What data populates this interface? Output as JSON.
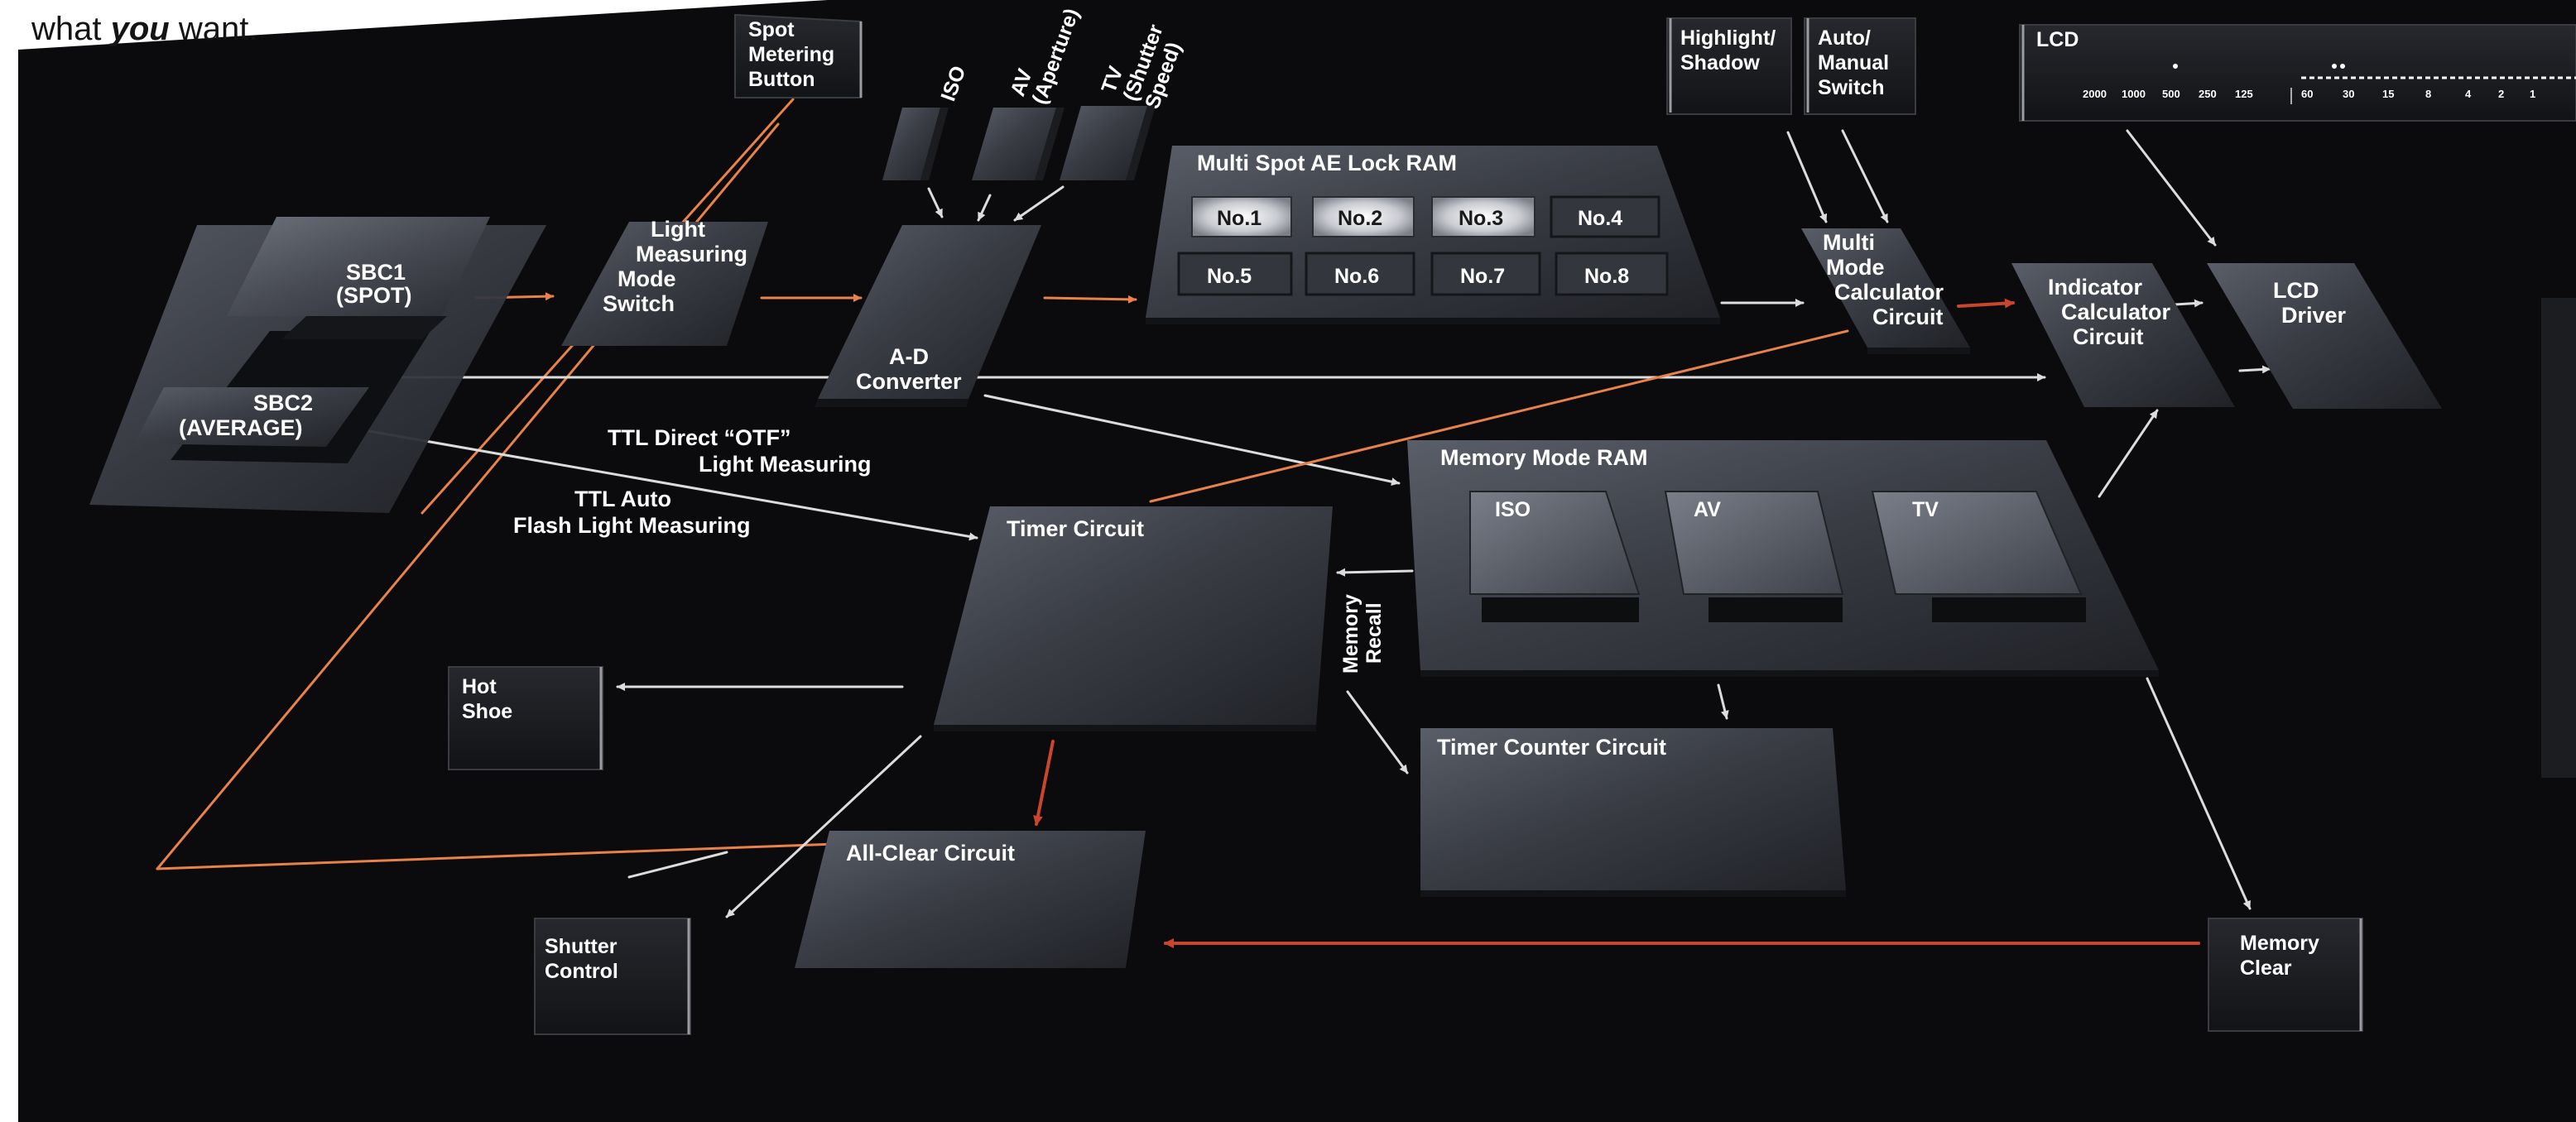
{
  "intro": {
    "prefix": "what ",
    "emphasis": "you",
    "suffix": " want."
  },
  "blocks": {
    "spot_metering_button": [
      "Spot",
      "Metering",
      "Button"
    ],
    "iso_input": "ISO",
    "av_input": [
      "AV",
      "(Aperture)"
    ],
    "tv_input": [
      "TV",
      "(Shutter",
      "Speed)"
    ],
    "sbc1": [
      "SBC1",
      "(SPOT)"
    ],
    "sbc2": [
      "SBC2",
      "(AVERAGE)"
    ],
    "light_measuring_mode_switch": [
      "Light",
      "Measuring",
      "Mode",
      "Switch"
    ],
    "ad_converter": [
      "A-D",
      "Converter"
    ],
    "multi_spot_ram": "Multi Spot AE Lock RAM",
    "multi_spot_slots": [
      "No.1",
      "No.2",
      "No.3",
      "No.4",
      "No.5",
      "No.6",
      "No.7",
      "No.8"
    ],
    "highlight_shadow": [
      "Highlight/",
      "Shadow"
    ],
    "auto_manual_switch": [
      "Auto/",
      "Manual",
      "Switch"
    ],
    "multi_mode_calculator": [
      "Multi",
      "Mode",
      "Calculator",
      "Circuit"
    ],
    "indicator_calculator": [
      "Indicator",
      "Calculator",
      "Circuit"
    ],
    "lcd_driver": [
      "LCD",
      "Driver"
    ],
    "lcd_panel": "LCD",
    "lcd_scale": [
      "2000",
      "1000",
      "500",
      "250",
      "125",
      "60",
      "30",
      "15",
      "8",
      "4",
      "2",
      "1"
    ],
    "ttl_direct": [
      "TTL Direct “OTF”",
      "Light Measuring"
    ],
    "ttl_auto": [
      "TTL Auto",
      "Flash Light Measuring"
    ],
    "memory_mode_ram": "Memory Mode RAM",
    "memory_slots": [
      "ISO",
      "AV",
      "TV"
    ],
    "timer_circuit": "Timer Circuit",
    "memory_recall": [
      "Memory",
      "Recall"
    ],
    "hot_shoe": [
      "Hot",
      "Shoe"
    ],
    "timer_counter": "Timer Counter Circuit",
    "all_clear": "All-Clear Circuit",
    "shutter_control": [
      "Shutter",
      "Control"
    ],
    "memory_clear": [
      "Memory",
      "Clear"
    ]
  },
  "colors": {
    "background": "#0b0b0d",
    "panel": "#2e3139",
    "panel_light": "#4c505a",
    "wire_white": "#dcdcdc",
    "wire_orange": "#e8824a",
    "wire_red": "#c8462c",
    "label": "#ffffff"
  }
}
